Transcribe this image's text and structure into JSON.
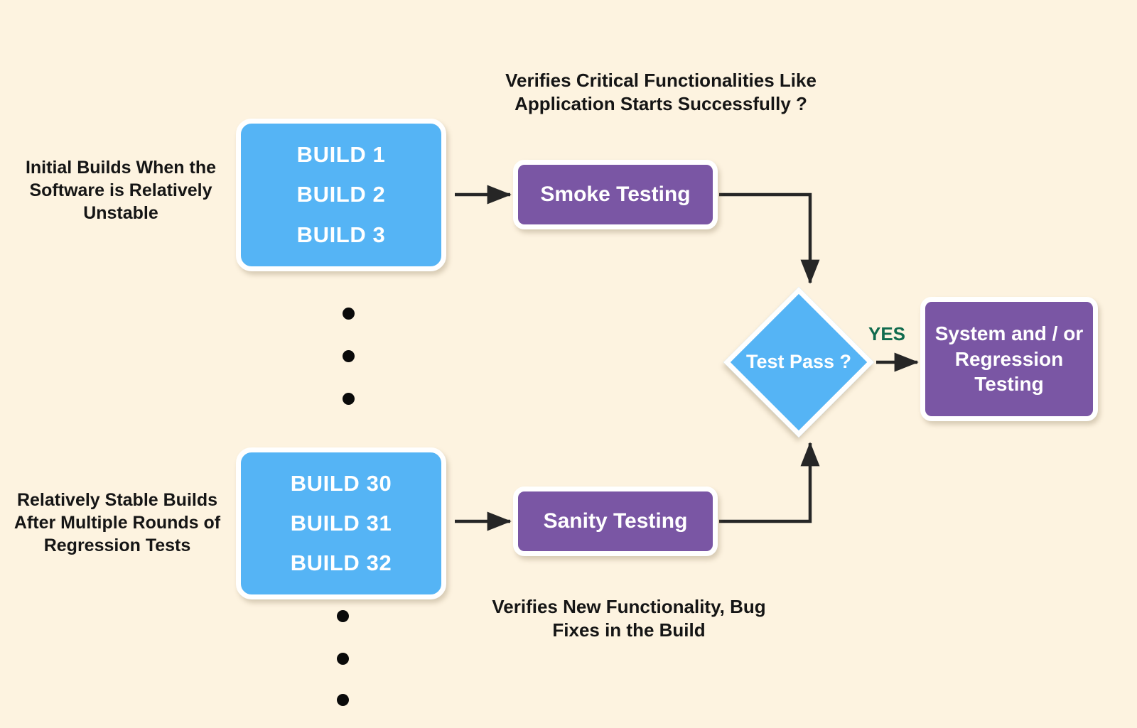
{
  "theme": {
    "background": "#FDF3E0",
    "blue": "#55B4F5",
    "purple": "#7A56A4",
    "node_border": "#FFFFFF",
    "node_text": "#FFFFFF",
    "caption_text": "#151515",
    "connector": "#262626",
    "yes_label": "#106B4E",
    "dot": "#0A0A0A"
  },
  "captions": {
    "initial_builds": "Initial Builds When the Software is Relatively Unstable",
    "stable_builds": "Relatively Stable Builds After Multiple Rounds of Regression Tests",
    "smoke_description": "Verifies Critical Functionalities Like Application Starts Successfully ?",
    "sanity_description": "Verifies New Functionality, Bug Fixes in the Build"
  },
  "nodes": {
    "build_box_early": {
      "lines": [
        "BUILD 1",
        "BUILD 2",
        "BUILD 3"
      ]
    },
    "build_box_late": {
      "lines": [
        "BUILD 30",
        "BUILD 31",
        "BUILD 32"
      ]
    },
    "smoke_testing": {
      "label": "Smoke Testing"
    },
    "sanity_testing": {
      "label": "Sanity Testing"
    },
    "decision": {
      "label": "Test Pass ?"
    },
    "system_regression": {
      "label": "System and / or Regression Testing"
    }
  },
  "edges": {
    "yes_label": "YES"
  },
  "ellipsis": {
    "upper_count": 3,
    "lower_count": 3
  }
}
